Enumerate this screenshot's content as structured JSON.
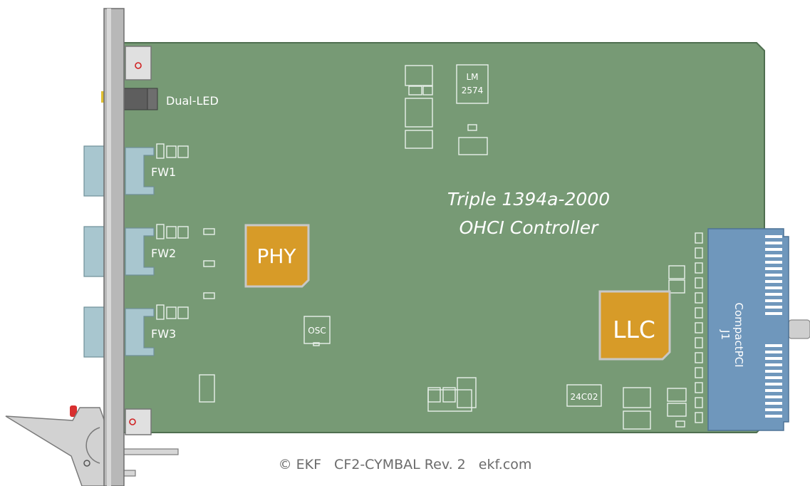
{
  "board": {
    "title_line1": "Triple 1394a-2000",
    "title_line2": "OHCI Controller"
  },
  "chips": {
    "phy": "PHY",
    "llc": "LLC",
    "lm_line1": "LM",
    "lm_line2": "2574",
    "osc": "OSC",
    "eeprom": "24C02"
  },
  "ports": {
    "led": "Dual-LED",
    "fw1": "FW1",
    "fw2": "FW2",
    "fw3": "FW3"
  },
  "connector": {
    "line1": "CompactPCI",
    "line2": "J1"
  },
  "footer": {
    "copyright": "© EKF",
    "product": "CF2-CYMBAL Rev. 2",
    "site": "ekf.com"
  },
  "colors": {
    "pcb": "#779a75",
    "chip": "#d79b28",
    "connector": "#6f97bc",
    "port": "#a8c6cf",
    "panel": "#b8b8b8"
  }
}
